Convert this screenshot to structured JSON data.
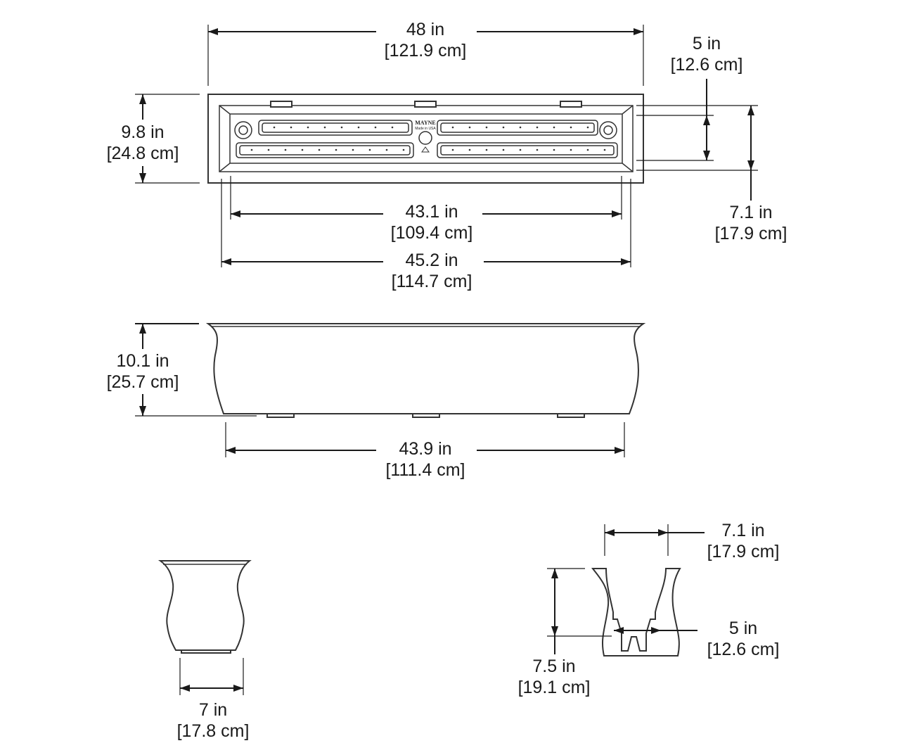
{
  "top_view": {
    "overall_width": {
      "in": "48 in",
      "cm": "[121.9 cm]"
    },
    "depth": {
      "in": "9.8 in",
      "cm": "[24.8 cm]"
    },
    "inner_depth_5": {
      "in": "5 in",
      "cm": "[12.6 cm]"
    },
    "inner_depth_71": {
      "in": "7.1 in",
      "cm": "[17.9 cm]"
    },
    "inner_length_431": {
      "in": "43.1 in",
      "cm": "[109.4 cm]"
    },
    "inner_length_452": {
      "in": "45.2 in",
      "cm": "[114.7 cm]"
    },
    "logo_brand": "MAYNE",
    "logo_line": "Made in USA"
  },
  "front_view": {
    "height": {
      "in": "10.1 in",
      "cm": "[25.7 cm]"
    },
    "base_length": {
      "in": "43.9 in",
      "cm": "[111.4 cm]"
    }
  },
  "end_view": {
    "base_width": {
      "in": "7 in",
      "cm": "[17.8 cm]"
    }
  },
  "section_view": {
    "top_inner_width": {
      "in": "7.1 in",
      "cm": "[17.9 cm]"
    },
    "bottom_inner_width": {
      "in": "5 in",
      "cm": "[12.6 cm]"
    },
    "inner_height": {
      "in": "7.5 in",
      "cm": "[19.1 cm]"
    }
  }
}
